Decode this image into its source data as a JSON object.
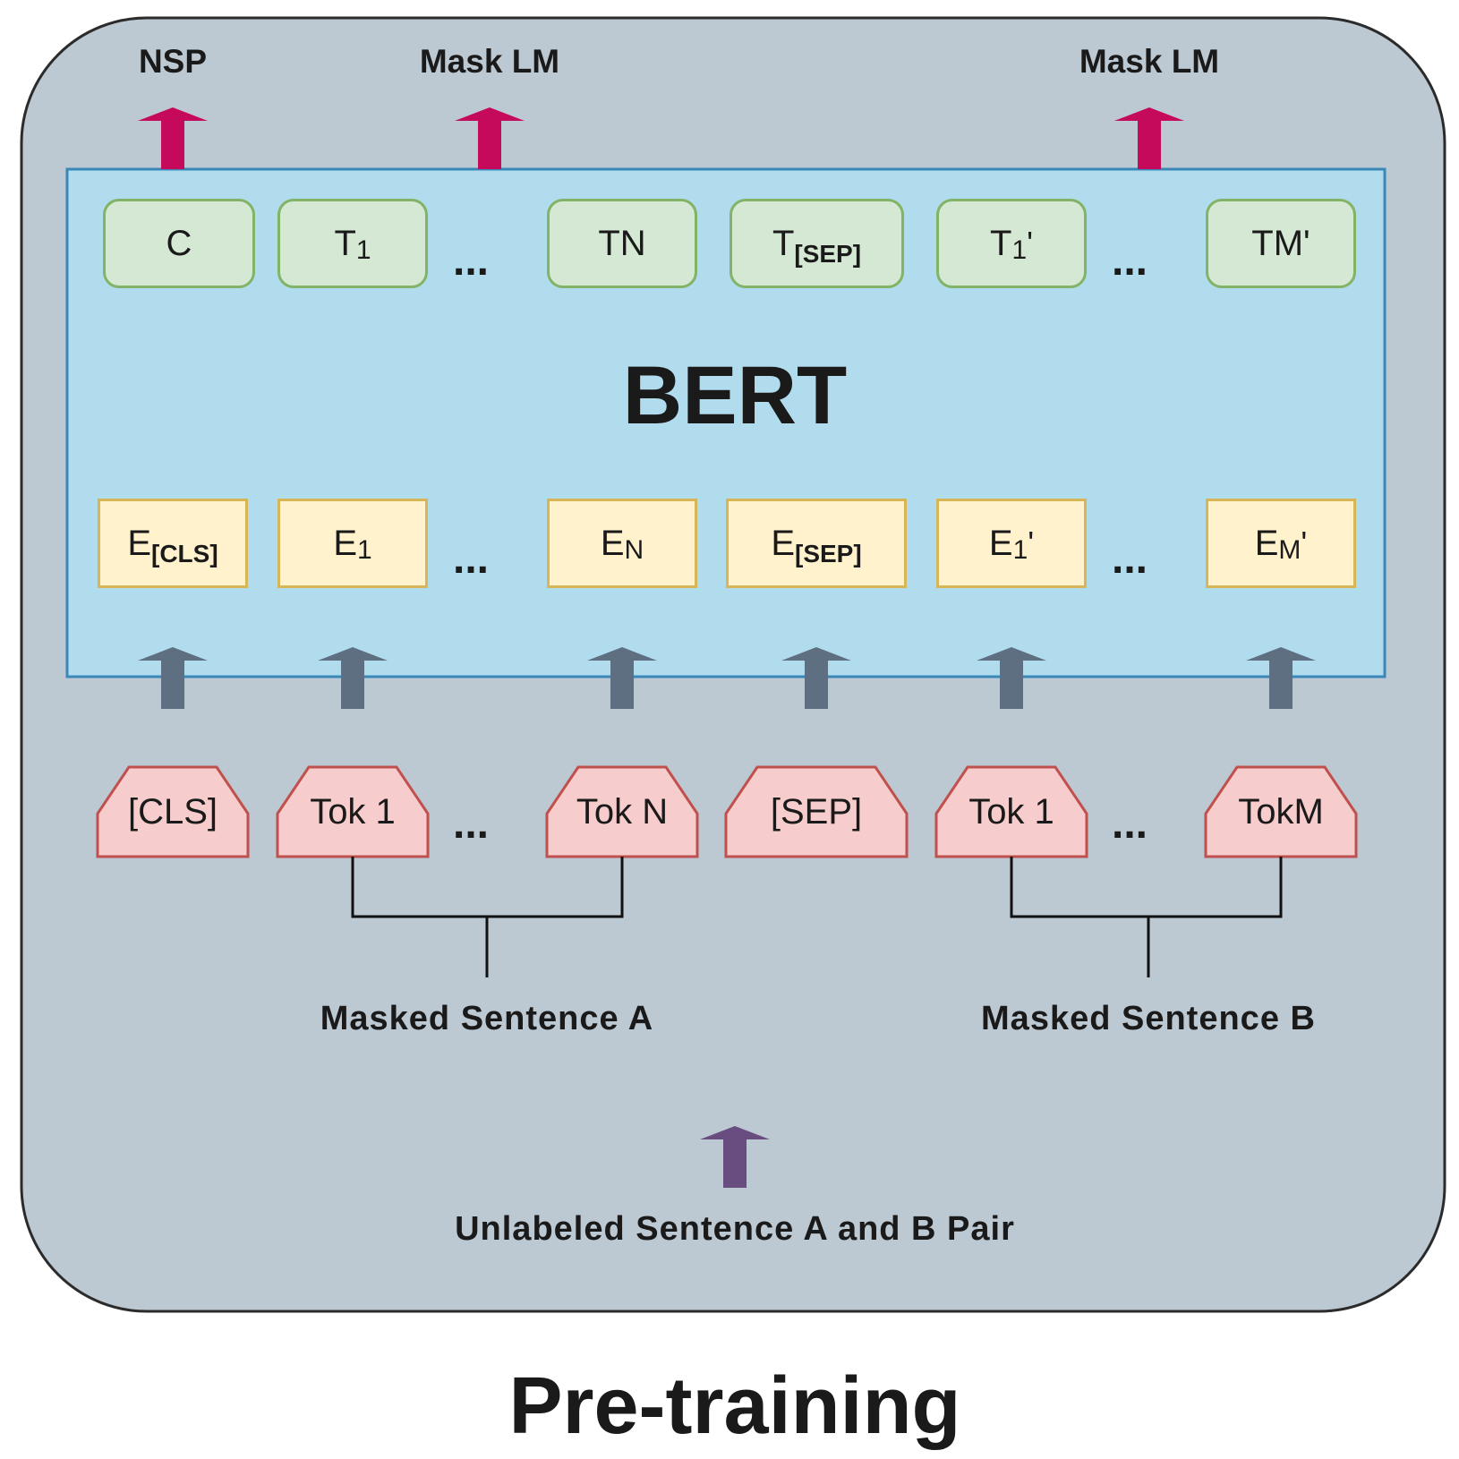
{
  "outputs": {
    "nsp": "NSP",
    "mask_lm_a": "Mask LM",
    "mask_lm_b": "Mask LM"
  },
  "bert": {
    "title": "BERT"
  },
  "t_boxes": {
    "c": "C",
    "t1": "T",
    "t1_sub": "1",
    "tn": "TN",
    "tsep": "T",
    "tsep_sub": "[SEP]",
    "t1p": "T",
    "t1p_sub": "1",
    "t1p_prime": "'",
    "tmp": "TM'"
  },
  "e_boxes": {
    "ecls": "E",
    "ecls_sub": "[CLS]",
    "e1": "E",
    "e1_sub": "1",
    "en": "E",
    "en_sub": "N",
    "esep": "E",
    "esep_sub": "[SEP]",
    "e1p": "E",
    "e1p_sub": "1",
    "e1p_prime": "'",
    "emp": "E",
    "emp_sub": "M",
    "emp_prime": "'"
  },
  "ellipsis": "...",
  "tokens": {
    "cls": "[CLS]",
    "tok1_a": "Tok 1",
    "tokn": "Tok N",
    "sep": "[SEP]",
    "tok1_b": "Tok 1",
    "tokm": "TokM"
  },
  "groups": {
    "sentence_a": "Masked  Sentence A",
    "sentence_b": "Masked  Sentence B"
  },
  "input_label": "Unlabeled  Sentence A and B Pair",
  "footer_title": "Pre-training",
  "colors": {
    "outer_bg": "#bcc8d2",
    "bert_bg": "#b1dcee",
    "bert_border": "#3a87b8",
    "output_arrow": "#c60a5b",
    "input_arrow": "#5d6f80",
    "bottom_arrow": "#6a4d80",
    "token_fill": "#f7cccc",
    "token_border": "#c0504d"
  }
}
